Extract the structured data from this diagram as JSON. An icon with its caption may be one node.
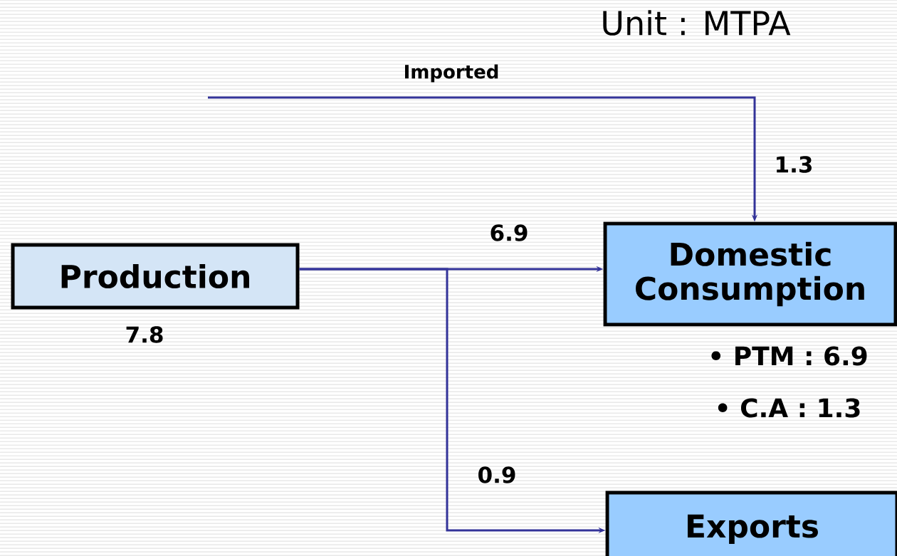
{
  "diagram": {
    "nodes": [
      {
        "text": [
          "Production"
        ],
        "beside": [
          "7.8"
        ]
      },
      {
        "text": [
          "Domestic Consumption"
        ],
        "beside": [
          "• PTM : 6.9",
          "• C.A : 1.3"
        ]
      },
      {
        "text": [
          "Exports"
        ]
      }
    ],
    "edges": [
      {
        "from": 0,
        "to": 1,
        "arrow": "to",
        "label": "6.9"
      },
      {
        "from": 0,
        "to": 2,
        "arrow": "to",
        "label": "0.9"
      },
      {
        "from": null,
        "to": 1,
        "arrow": "to",
        "label": "1.3"
      }
    ],
    "labels": [
      "Unit : MTPA",
      "Imported"
    ]
  }
}
